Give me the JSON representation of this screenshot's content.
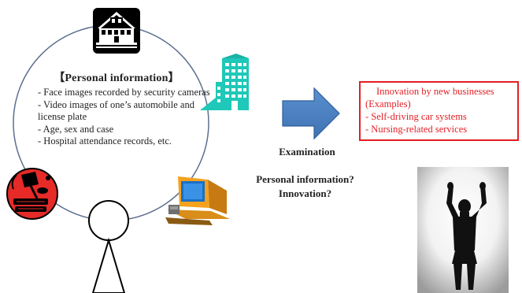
{
  "personal_info": {
    "title": "【Personal information】",
    "items": [
      "- Face images recorded by security cameras",
      "- Video images of one’s automobile and license plate",
      "- Age, sex and case",
      "- Hospital attendance records, etc."
    ]
  },
  "examination_label": "Examination",
  "questions": [
    "Personal information?",
    "Innovation?"
  ],
  "innovation_box": {
    "title": "Innovation by new businesses",
    "subtitle": "(Examples)",
    "items": [
      "- Self-driving car systems",
      "- Nursing-related services"
    ]
  },
  "colors": {
    "circle_stroke": "#5d6f8f",
    "arrow_fill": "#4a7fc0",
    "arrow_stroke": "#2f5f99",
    "box_border": "#e31e24",
    "building_teal": "#1fc8b8",
    "book_red": "#e52a28"
  },
  "icons": [
    "house-icon",
    "office-building-icon",
    "books-lamp-icon",
    "computer-icon",
    "person-outline-icon",
    "raised-arms-silhouette-photo"
  ]
}
